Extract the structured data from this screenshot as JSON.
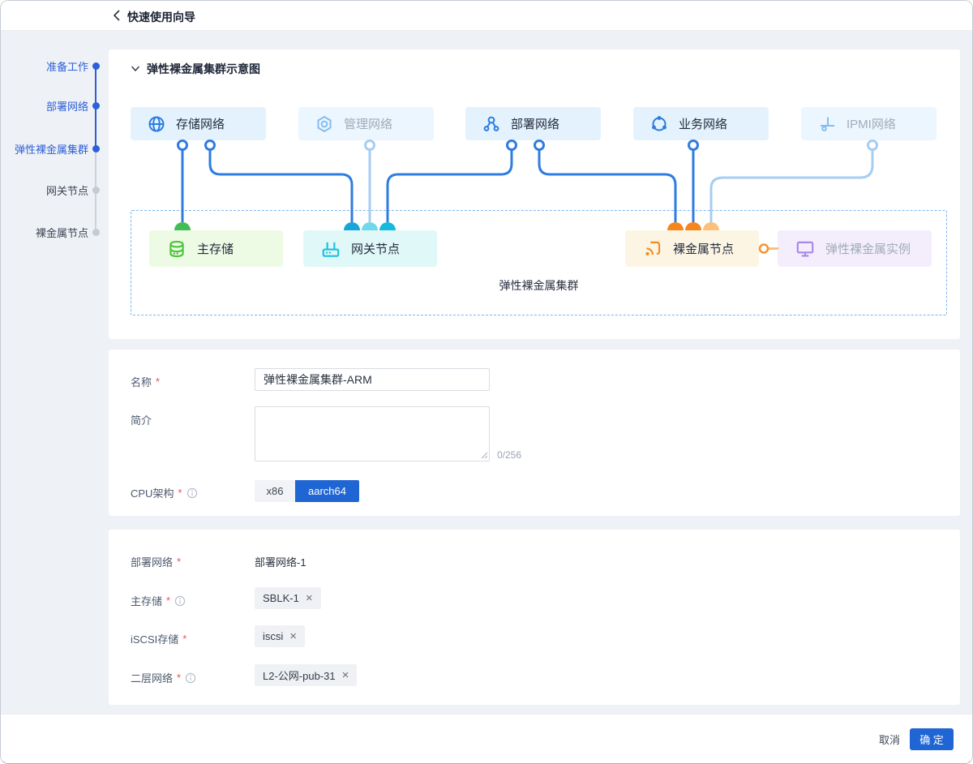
{
  "header": {
    "title": "快速使用向导"
  },
  "steps": [
    {
      "label": "准备工作"
    },
    {
      "label": "部署网络"
    },
    {
      "label": "弹性裸金属集群"
    },
    {
      "label": "网关节点"
    },
    {
      "label": "裸金属节点"
    }
  ],
  "diagram": {
    "section_title": "弹性裸金属集群示意图",
    "cluster_label": "弹性裸金属集群",
    "networks": [
      "存储网络",
      "管理网络",
      "部署网络",
      "业务网络",
      "IPMI网络"
    ],
    "nodes": [
      "主存储",
      "网关节点",
      "裸金属节点",
      "弹性裸金属实例"
    ]
  },
  "form1": {
    "name_label": "名称",
    "name_value": "弹性裸金属集群-ARM",
    "desc_label": "简介",
    "desc_counter": "0/256",
    "cpu_label": "CPU架构",
    "cpu_x86": "x86",
    "cpu_aarch64": "aarch64"
  },
  "form2": {
    "deploy_label": "部署网络",
    "deploy_value": "部署网络-1",
    "main_storage_label": "主存储",
    "main_storage_tag": "SBLK-1",
    "iscsi_label": "iSCSI存储",
    "iscsi_tag": "iscsi",
    "l2_label": "二层网络",
    "l2_tag": "L2-公网-pub-31"
  },
  "footer": {
    "cancel": "取消",
    "confirm": "确 定"
  },
  "misc": {
    "required": "*",
    "close": "×"
  },
  "colors": {
    "primary": "#1f66d4",
    "nav_blue": "#2d5fd9",
    "wire_blue": "#2f7ce0",
    "wire_light": "#a6cdf2",
    "green": "#41bd53",
    "cyan": "#14b9db",
    "orange": "#f5861d",
    "purple": "#a788ea"
  }
}
